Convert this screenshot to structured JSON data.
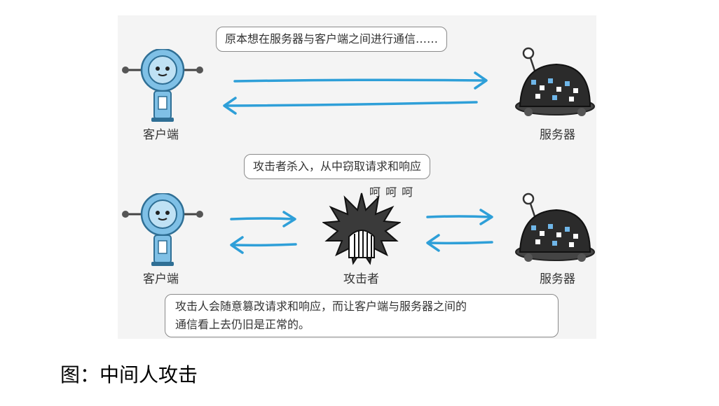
{
  "top_bubble": "原本想在服务器与客户端之间进行通信……",
  "middle_bubble": "攻击者杀入，从中窃取请求和响应",
  "attacker_laugh": "呵 呵 呵",
  "bottom_bubble_line1": "攻击人会随意篡改请求和响应，而让客户端与服务器之间的",
  "bottom_bubble_line2": "通信看上去仍旧是正常的。",
  "labels": {
    "client_top": "客户端",
    "server_top": "服务器",
    "client_bottom": "客户端",
    "attacker": "攻击者",
    "server_bottom": "服务器"
  },
  "caption": "图：中间人攻击",
  "colors": {
    "arrow": "#2e9fd8",
    "robot": "#7fc0e6",
    "robot_dark": "#2f6f95",
    "server": "#2b2b2b",
    "server_light": "#6fb6e8"
  }
}
